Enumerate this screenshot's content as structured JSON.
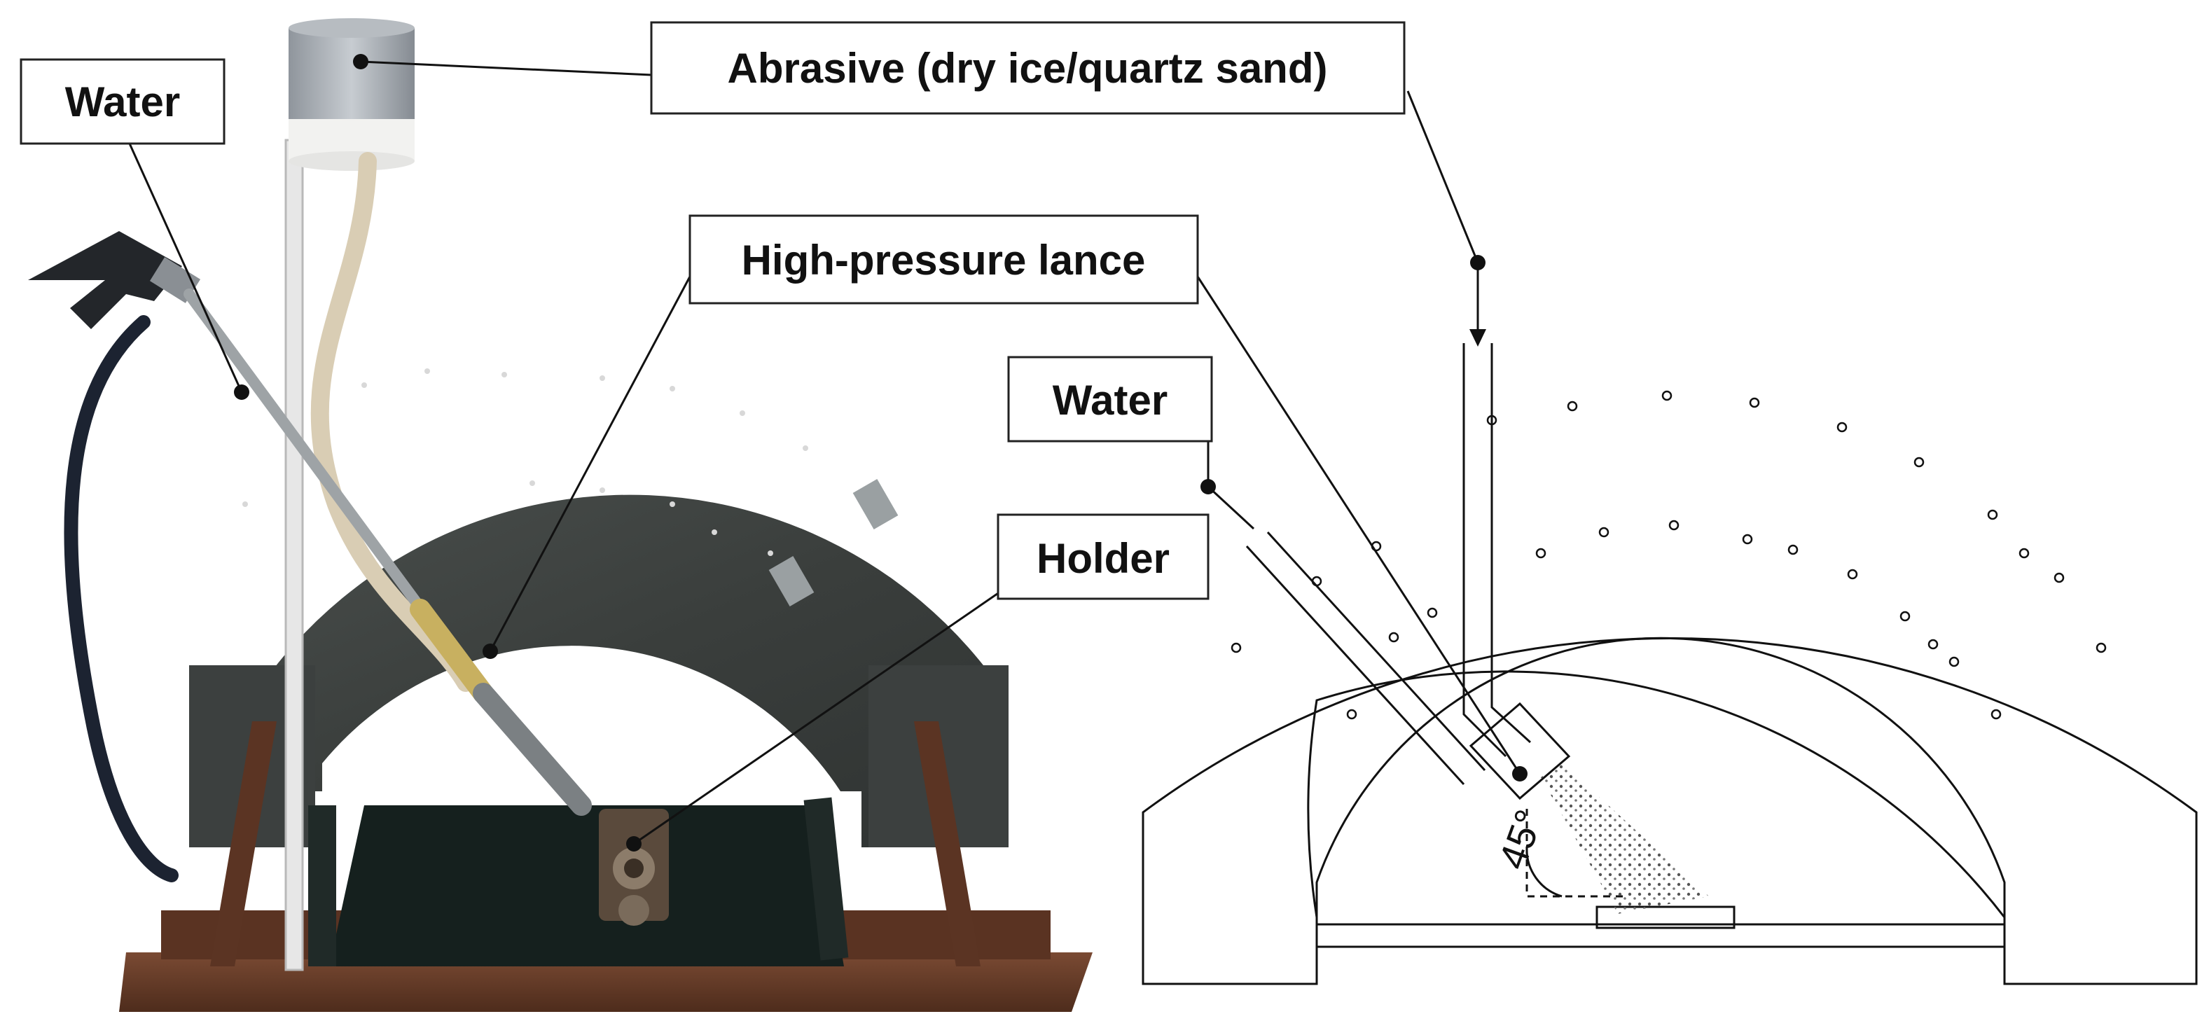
{
  "labels": {
    "water_left": "Water",
    "abrasive": "Abrasive (dry ice/quartz sand)",
    "lance": "High-pressure lance",
    "water_right": "Water",
    "holder": "Holder",
    "angle": "45°"
  },
  "colors": {
    "steel_dark": "#3b3f3e",
    "rust": "#6b3d28",
    "hose": "#1c2331",
    "tube": "#d9cdb4",
    "line": "#111111"
  }
}
